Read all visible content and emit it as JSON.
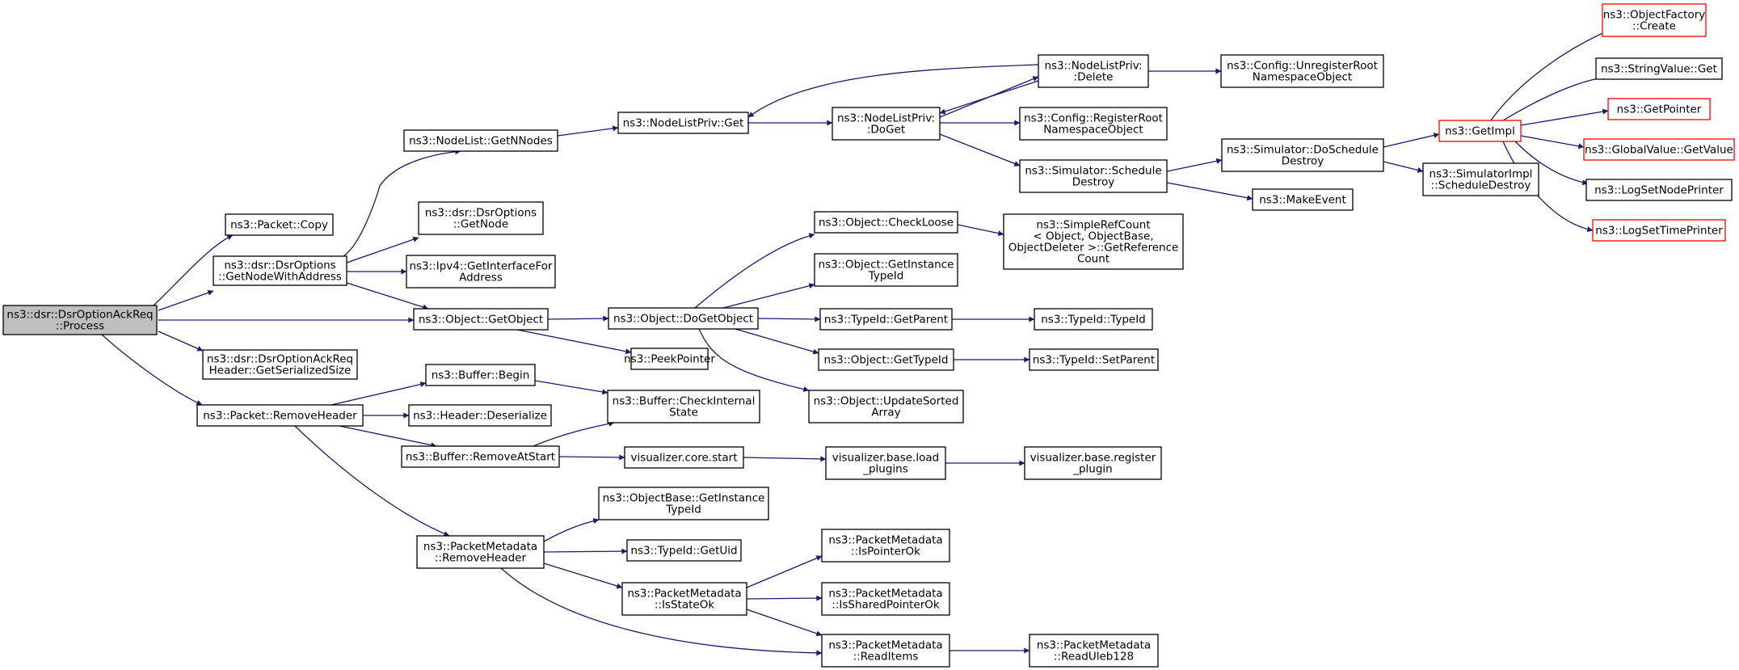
{
  "colors": {
    "edge": "#191970",
    "node_border": "#000000",
    "truncated_border": "#ff0000",
    "root_fill": "#bfbfbf",
    "node_fill": "#ffffff"
  },
  "nodes": {
    "root": {
      "lines": [
        "ns3::dsr::DsrOptionAckReq",
        "::Process"
      ],
      "kind": "root"
    },
    "packet_copy": {
      "lines": [
        "ns3::Packet::Copy"
      ],
      "kind": "normal"
    },
    "get_node_with_addr": {
      "lines": [
        "ns3::dsr::DsrOptions",
        "::GetNodeWithAddress"
      ],
      "kind": "normal"
    },
    "get_serialized_size": {
      "lines": [
        "ns3::dsr::DsrOptionAckReq",
        "Header::GetSerializedSize"
      ],
      "kind": "normal"
    },
    "remove_header": {
      "lines": [
        "ns3::Packet::RemoveHeader"
      ],
      "kind": "normal"
    },
    "nodelist_getnnodes": {
      "lines": [
        "ns3::NodeList::GetNNodes"
      ],
      "kind": "normal"
    },
    "dsroptions_getnode": {
      "lines": [
        "ns3::dsr::DsrOptions",
        "::GetNode"
      ],
      "kind": "normal"
    },
    "ipv4_getinterface": {
      "lines": [
        "ns3::Ipv4::GetInterfaceFor",
        "Address"
      ],
      "kind": "normal"
    },
    "object_getobject": {
      "lines": [
        "ns3::Object::GetObject"
      ],
      "kind": "normal"
    },
    "buffer_begin": {
      "lines": [
        "ns3::Buffer::Begin"
      ],
      "kind": "normal"
    },
    "header_deserialize": {
      "lines": [
        "ns3::Header::Deserialize"
      ],
      "kind": "normal"
    },
    "buffer_removeatstart": {
      "lines": [
        "ns3::Buffer::RemoveAtStart"
      ],
      "kind": "normal"
    },
    "pm_removeheader": {
      "lines": [
        "ns3::PacketMetadata",
        "::RemoveHeader"
      ],
      "kind": "normal"
    },
    "nodelistpriv_get": {
      "lines": [
        "ns3::NodeListPriv::Get"
      ],
      "kind": "normal"
    },
    "object_dogetobject": {
      "lines": [
        "ns3::Object::DoGetObject"
      ],
      "kind": "normal"
    },
    "peekpointer": {
      "lines": [
        "ns3::PeekPointer"
      ],
      "kind": "normal"
    },
    "buffer_checkinternal": {
      "lines": [
        "ns3::Buffer::CheckInternal",
        "State"
      ],
      "kind": "normal"
    },
    "vis_core_start": {
      "lines": [
        "visualizer.core.start"
      ],
      "kind": "normal"
    },
    "objectbase_getinst": {
      "lines": [
        "ns3::ObjectBase::GetInstance",
        "TypeId"
      ],
      "kind": "normal"
    },
    "typeid_getuid": {
      "lines": [
        "ns3::TypeId::GetUid"
      ],
      "kind": "normal"
    },
    "pm_isstateok": {
      "lines": [
        "ns3::PacketMetadata",
        "::IsStateOk"
      ],
      "kind": "normal"
    },
    "nodelistpriv_doget": {
      "lines": [
        "ns3::NodeListPriv:",
        ":DoGet"
      ],
      "kind": "normal"
    },
    "object_checkloose": {
      "lines": [
        "ns3::Object::CheckLoose"
      ],
      "kind": "normal"
    },
    "object_getinsttypeid": {
      "lines": [
        "ns3::Object::GetInstance",
        "TypeId"
      ],
      "kind": "normal"
    },
    "typeid_getparent": {
      "lines": [
        "ns3::TypeId::GetParent"
      ],
      "kind": "normal"
    },
    "object_gettypeid": {
      "lines": [
        "ns3::Object::GetTypeId"
      ],
      "kind": "normal"
    },
    "object_updatesorted": {
      "lines": [
        "ns3::Object::UpdateSorted",
        "Array"
      ],
      "kind": "normal"
    },
    "vis_base_load": {
      "lines": [
        "visualizer.base.load",
        "_plugins"
      ],
      "kind": "normal"
    },
    "pm_ispointerok": {
      "lines": [
        "ns3::PacketMetadata",
        "::IsPointerOk"
      ],
      "kind": "normal"
    },
    "pm_issharedptrok": {
      "lines": [
        "ns3::PacketMetadata",
        "::IsSharedPointerOk"
      ],
      "kind": "normal"
    },
    "pm_readitems": {
      "lines": [
        "ns3::PacketMetadata",
        "::ReadItems"
      ],
      "kind": "normal"
    },
    "nodelistpriv_delete": {
      "lines": [
        "ns3::NodeListPriv:",
        ":Delete"
      ],
      "kind": "normal"
    },
    "config_registerroot": {
      "lines": [
        "ns3::Config::RegisterRoot",
        "NamespaceObject"
      ],
      "kind": "normal"
    },
    "sim_scheduledestroy": {
      "lines": [
        "ns3::Simulator::Schedule",
        "Destroy"
      ],
      "kind": "normal"
    },
    "simplerefcount": {
      "lines": [
        "ns3::SimpleRefCount",
        "< Object, ObjectBase,",
        "ObjectDeleter >::GetReference",
        "Count"
      ],
      "kind": "normal"
    },
    "typeid_typeid": {
      "lines": [
        "ns3::TypeId::TypeId"
      ],
      "kind": "normal"
    },
    "typeid_setparent": {
      "lines": [
        "ns3::TypeId::SetParent"
      ],
      "kind": "normal"
    },
    "vis_base_register": {
      "lines": [
        "visualizer.base.register",
        "_plugin"
      ],
      "kind": "normal"
    },
    "pm_readuleb128": {
      "lines": [
        "ns3::PacketMetadata",
        "::ReadUleb128"
      ],
      "kind": "normal"
    },
    "config_unregister": {
      "lines": [
        "ns3::Config::UnregisterRoot",
        "NamespaceObject"
      ],
      "kind": "normal"
    },
    "sim_doschedule": {
      "lines": [
        "ns3::Simulator::DoSchedule",
        "Destroy"
      ],
      "kind": "normal"
    },
    "makeevent": {
      "lines": [
        "ns3::MakeEvent"
      ],
      "kind": "normal"
    },
    "getimpl": {
      "lines": [
        "ns3::GetImpl"
      ],
      "kind": "truncated"
    },
    "simimpl_schedule": {
      "lines": [
        "ns3::SimulatorImpl",
        "::ScheduleDestroy"
      ],
      "kind": "normal"
    },
    "objectfactory_create": {
      "lines": [
        "ns3::ObjectFactory",
        "::Create"
      ],
      "kind": "truncated"
    },
    "stringvalue_get": {
      "lines": [
        "ns3::StringValue::Get"
      ],
      "kind": "normal"
    },
    "getpointer": {
      "lines": [
        "ns3::GetPointer"
      ],
      "kind": "truncated"
    },
    "globalvalue_getvalue": {
      "lines": [
        "ns3::GlobalValue::GetValue"
      ],
      "kind": "truncated"
    },
    "logsetnodeprinter": {
      "lines": [
        "ns3::LogSetNodePrinter"
      ],
      "kind": "normal"
    },
    "logsettimeprinter": {
      "lines": [
        "ns3::LogSetTimePrinter"
      ],
      "kind": "truncated"
    }
  }
}
